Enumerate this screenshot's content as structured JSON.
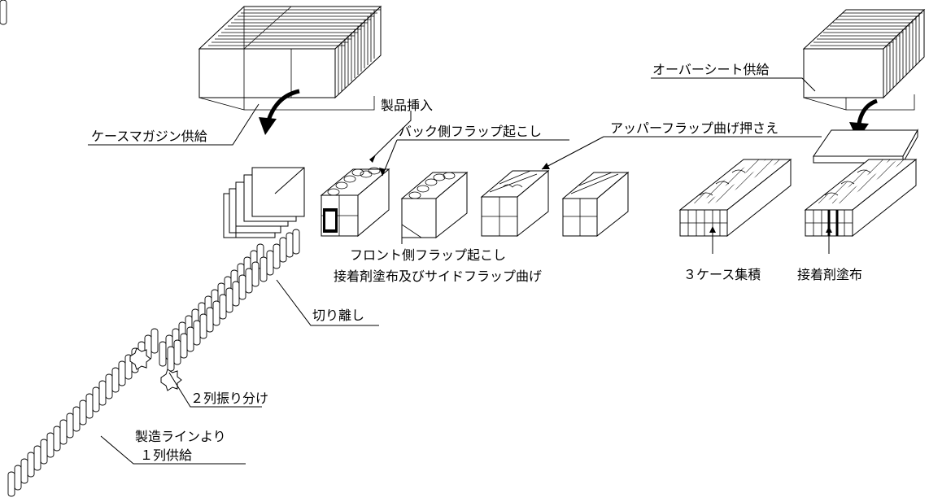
{
  "labels": {
    "case_magazine_feed": "ケースマガジン供給",
    "product_insert": "製品挿入",
    "back_flap_raise": "バック側フラップ起こし",
    "upper_flap_press": "アッパーフラップ曲げ押さえ",
    "oversheet_feed": "オーバーシート供給",
    "front_flap_raise": "フロント側フラップ起こし",
    "glue_side_flap": "接着剤塗布及びサイドフラップ曲げ",
    "three_case_stack": "３ケース集積",
    "glue_apply": "接着剤塗布",
    "cut_off": "切り離し",
    "split_two_rows": "２列振り分け",
    "line_feed_1": "製造ラインより",
    "line_feed_2": "１列供給"
  },
  "colors": {
    "ink": "#000000",
    "paper": "#ffffff"
  }
}
